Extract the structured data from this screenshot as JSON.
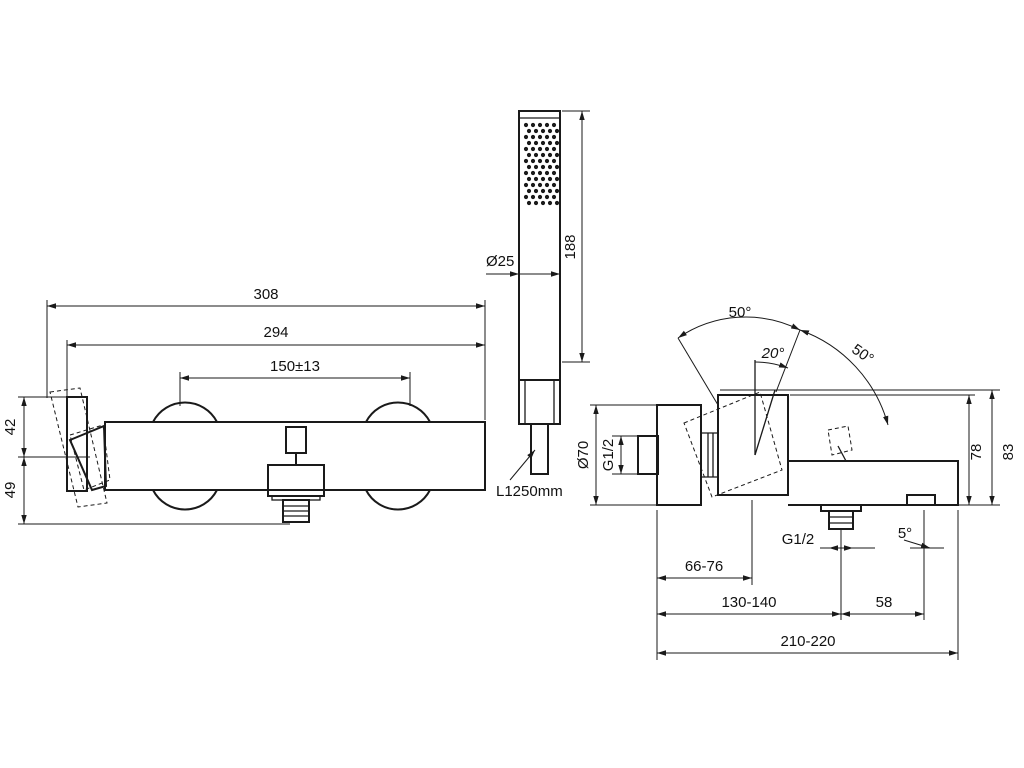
{
  "front_view": {
    "dim_overall": "308",
    "dim_body": "294",
    "dim_centres": "150±13",
    "dim_height_upper": "42",
    "dim_height_lower": "49"
  },
  "hand_shower": {
    "dim_length": "188",
    "dim_diameter": "Ø25",
    "hose_length": "L1250mm"
  },
  "side_view": {
    "angle_total": "50°",
    "angle_inner": "20°",
    "angle_outer": "50°",
    "dim_rosette_diameter": "Ø70",
    "dim_inlet_thread": "G1/2",
    "dim_height_78": "78",
    "dim_height_83": "83",
    "dim_outlet_thread": "G1/2",
    "dim_spout_angle": "5°",
    "dim_wall_to_lever": "66-76",
    "dim_wall_to_outlet": "130-140",
    "dim_outlet_to_spout": "58",
    "dim_wall_to_spout": "210-220"
  },
  "colors": {
    "line": "#1a1a1a",
    "background": "#ffffff"
  }
}
